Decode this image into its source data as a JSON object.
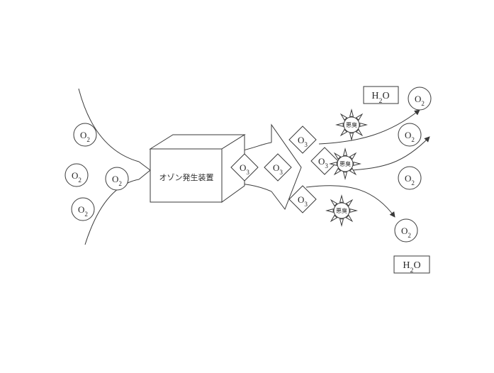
{
  "molecules": {
    "o2": "O2",
    "o3": "O3",
    "h2o": "H2O"
  },
  "device": {
    "label": "オゾン発生装置"
  },
  "odor": {
    "label": "悪臭"
  }
}
